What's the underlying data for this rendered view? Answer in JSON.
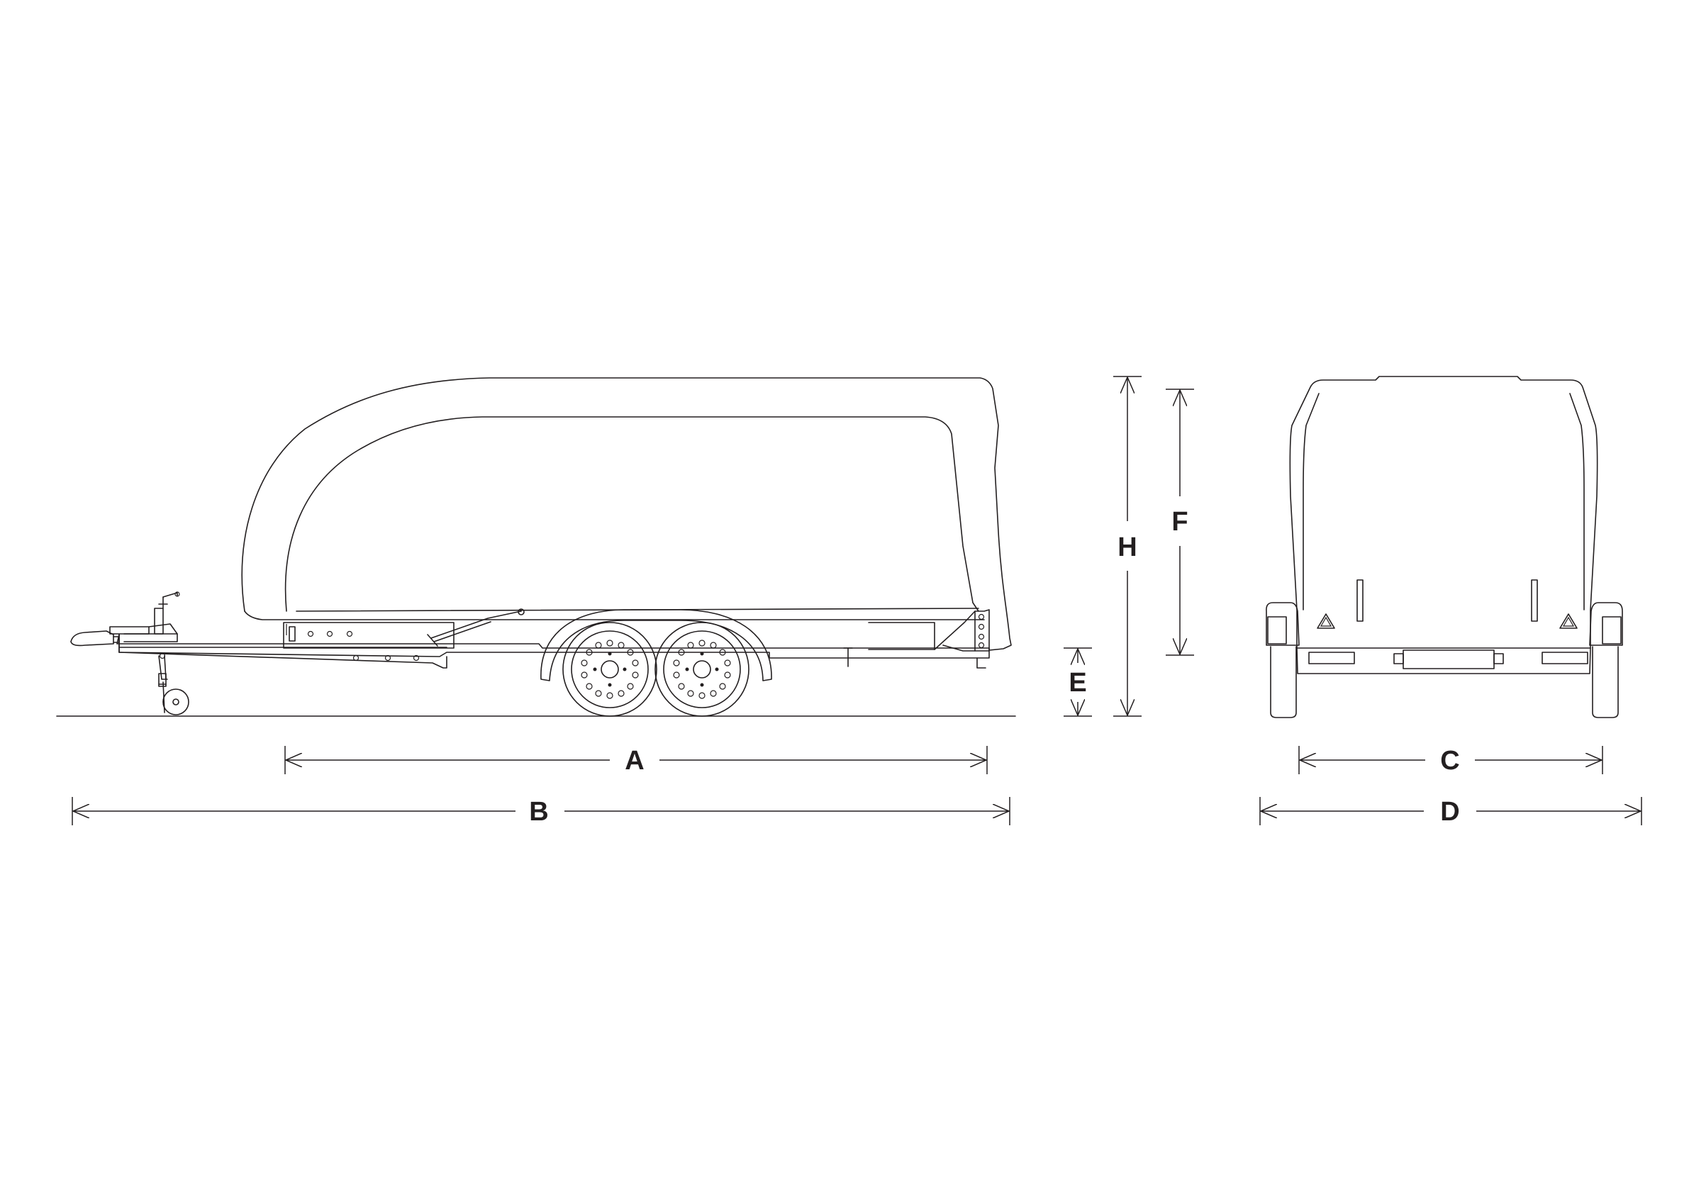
{
  "labels": {
    "A": "A",
    "B": "B",
    "C": "C",
    "D": "D",
    "E": "E",
    "F": "F",
    "H": "H"
  },
  "colors": {
    "line": "#231f20",
    "background": "#ffffff"
  }
}
